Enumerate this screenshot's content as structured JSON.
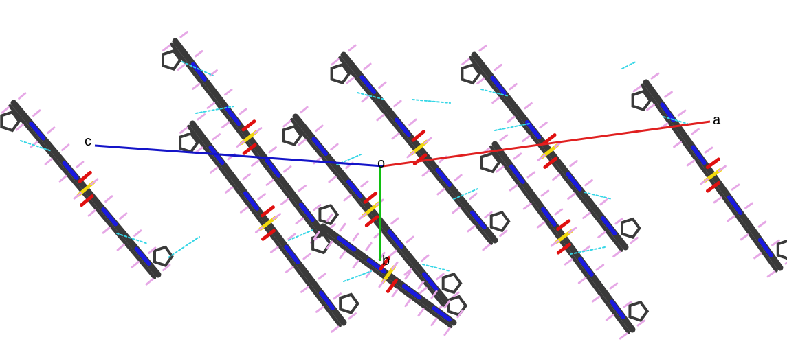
{
  "axes": {
    "origin_label": "o",
    "a_label": "a",
    "b_label": "b",
    "c_label": "c"
  },
  "colors": {
    "background": "#ffffff",
    "carbon": "#3a3a3a",
    "nitrogen": "#1a1ae0",
    "oxygen": "#e01010",
    "sulfur": "#f2d80c",
    "hydrogen": "#e6a8e6",
    "hbond": "#35d6e6",
    "axis_a": "#e02020",
    "axis_b": "#10c010",
    "axis_c": "#1414c8"
  },
  "molecule_layers": 9
}
